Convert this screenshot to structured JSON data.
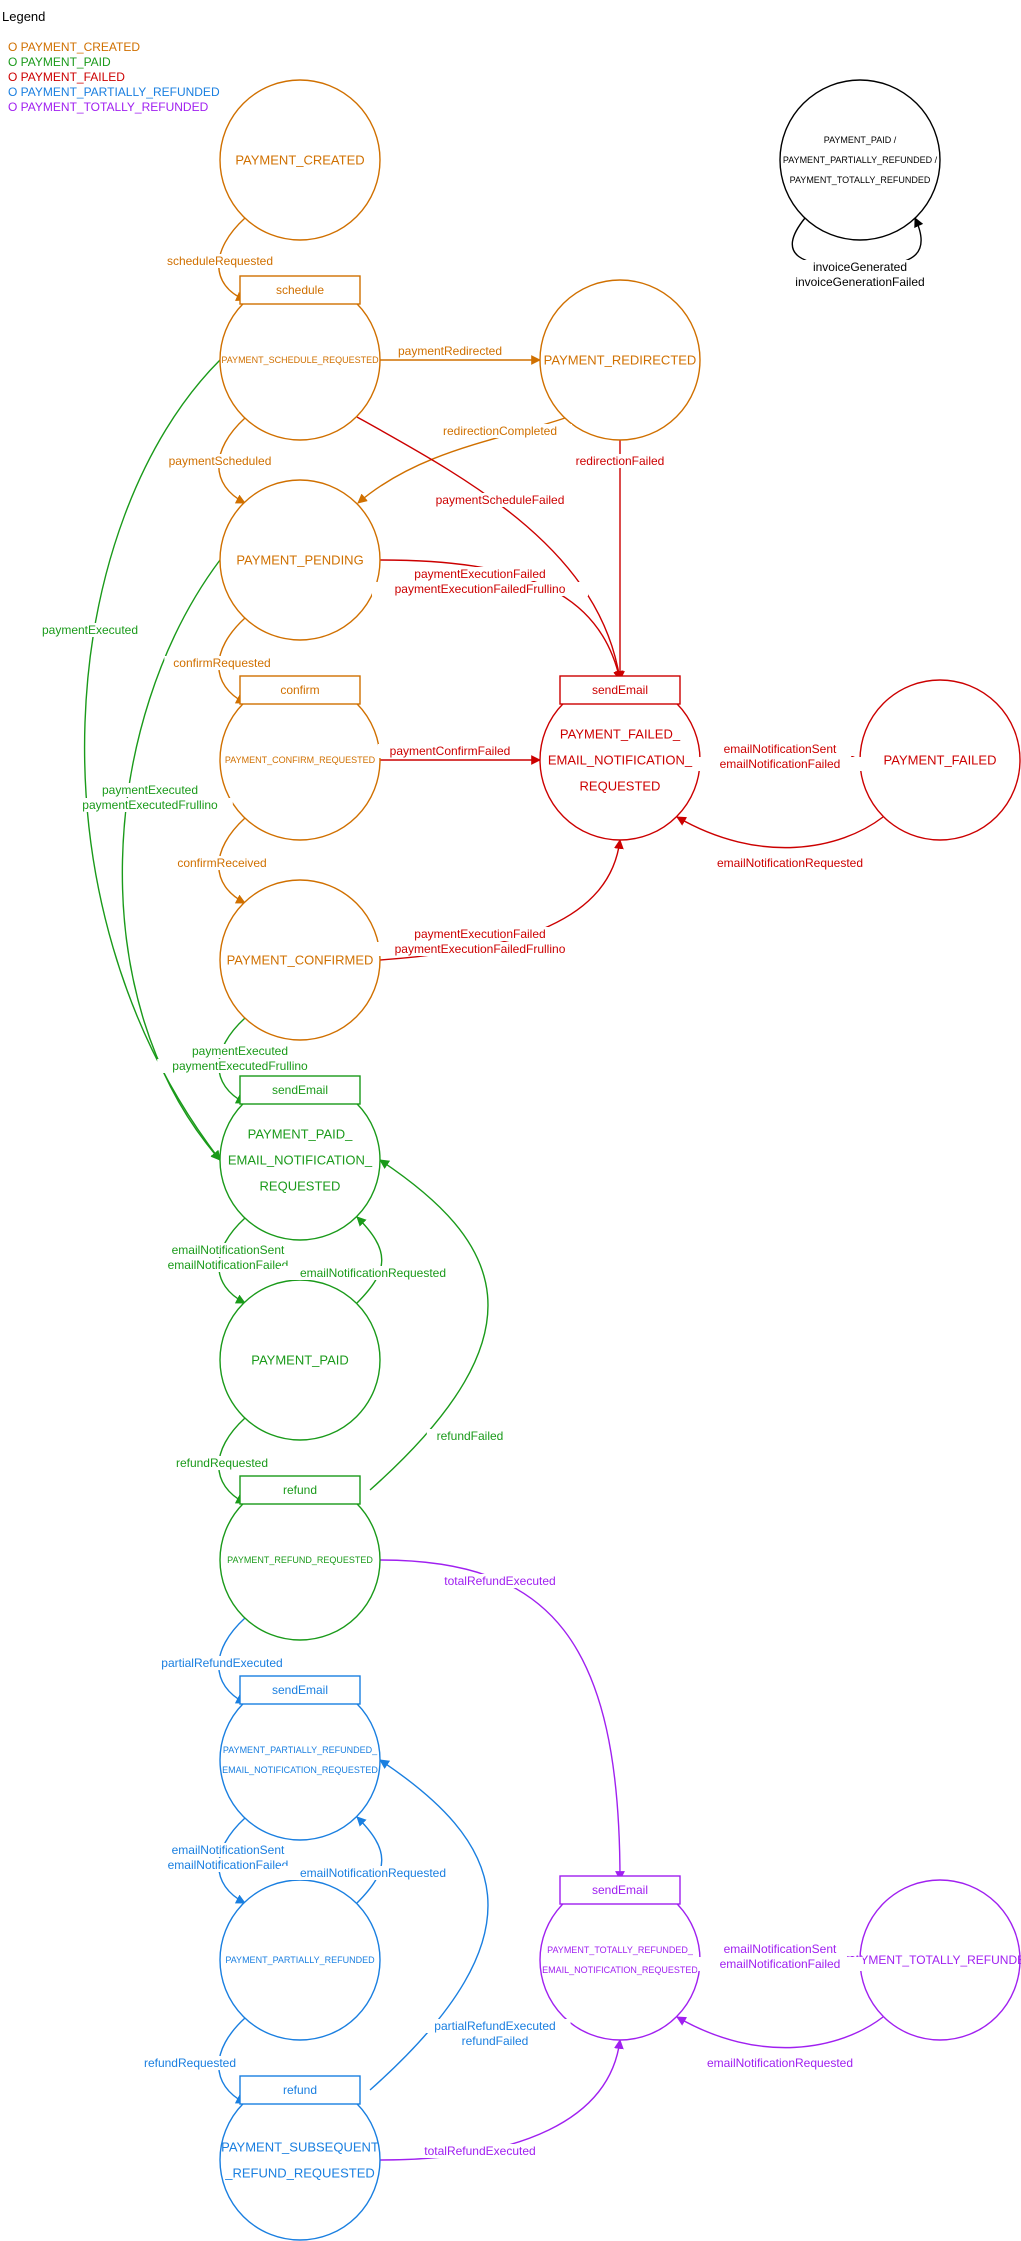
{
  "legend": {
    "title": "Legend",
    "items": [
      {
        "label": "O PAYMENT_CREATED",
        "color": "#d07000"
      },
      {
        "label": "O PAYMENT_PAID",
        "color": "#1a9a1a"
      },
      {
        "label": "O PAYMENT_FAILED",
        "color": "#cc0000"
      },
      {
        "label": "O PAYMENT_PARTIALLY_REFUNDED",
        "color": "#1a7fe0"
      },
      {
        "label": "O PAYMENT_TOTALLY_REFUNDED",
        "color": "#a020f0"
      }
    ]
  },
  "colors": {
    "created": "#d07000",
    "paid": "#1a9a1a",
    "failed": "#cc0000",
    "partial": "#1a7fe0",
    "total": "#a020f0",
    "final": "#000000"
  },
  "states": [
    {
      "id": "created",
      "lines": [
        "PAYMENT_CREATED"
      ],
      "group": "created",
      "size": "md"
    },
    {
      "id": "schedule_req",
      "lines": [
        "PAYMENT_SCHEDULE_REQUESTED"
      ],
      "group": "created",
      "size": "xs"
    },
    {
      "id": "redirected",
      "lines": [
        "PAYMENT_REDIRECTED"
      ],
      "group": "created",
      "size": "md"
    },
    {
      "id": "pending",
      "lines": [
        "PAYMENT_PENDING"
      ],
      "group": "created",
      "size": "md"
    },
    {
      "id": "confirm_req",
      "lines": [
        "PAYMENT_CONFIRM_REQUESTED"
      ],
      "group": "created",
      "size": "xs"
    },
    {
      "id": "confirmed",
      "lines": [
        "PAYMENT_CONFIRMED"
      ],
      "group": "created",
      "size": "md"
    },
    {
      "id": "failed_email",
      "lines": [
        "PAYMENT_FAILED_",
        "EMAIL_NOTIFICATION_",
        "REQUESTED"
      ],
      "group": "failed",
      "size": "md"
    },
    {
      "id": "failed",
      "lines": [
        "PAYMENT_FAILED"
      ],
      "group": "failed",
      "size": "md"
    },
    {
      "id": "paid_email",
      "lines": [
        "PAYMENT_PAID_",
        "EMAIL_NOTIFICATION_",
        "REQUESTED"
      ],
      "group": "paid",
      "size": "md"
    },
    {
      "id": "paid",
      "lines": [
        "PAYMENT_PAID"
      ],
      "group": "paid",
      "size": "md"
    },
    {
      "id": "refund_req",
      "lines": [
        "PAYMENT_REFUND_REQUESTED"
      ],
      "group": "paid",
      "size": "xs"
    },
    {
      "id": "partial_email",
      "lines": [
        "PAYMENT_PARTIALLY_REFUNDED_",
        "EMAIL_NOTIFICATION_REQUESTED"
      ],
      "group": "partial",
      "size": "xs"
    },
    {
      "id": "partial",
      "lines": [
        "PAYMENT_PARTIALLY_REFUNDED"
      ],
      "group": "partial",
      "size": "xs"
    },
    {
      "id": "subsequent",
      "lines": [
        "PAYMENT_SUBSEQUENT",
        "_REFUND_REQUESTED"
      ],
      "group": "partial",
      "size": "md"
    },
    {
      "id": "total_email",
      "lines": [
        "PAYMENT_TOTALLY_REFUNDED_",
        "EMAIL_NOTIFICATION_REQUESTED"
      ],
      "group": "total",
      "size": "xs"
    },
    {
      "id": "total",
      "lines": [
        "PAYMENT_TOTALLY_REFUNDED"
      ],
      "group": "total",
      "size": "sm"
    },
    {
      "id": "final",
      "lines": [
        "PAYMENT_PAID /",
        "PAYMENT_PARTIALLY_REFUNDED /",
        "PAYMENT_TOTALLY_REFUNDED"
      ],
      "group": "final",
      "size": "xs"
    }
  ],
  "actions": [
    {
      "id": "a_schedule",
      "label": "schedule",
      "group": "created"
    },
    {
      "id": "a_confirm",
      "label": "confirm",
      "group": "created"
    },
    {
      "id": "a_failed_email",
      "label": "sendEmail",
      "group": "failed"
    },
    {
      "id": "a_paid_email",
      "label": "sendEmail",
      "group": "paid"
    },
    {
      "id": "a_refund",
      "label": "refund",
      "group": "paid"
    },
    {
      "id": "a_partial_email",
      "label": "sendEmail",
      "group": "partial"
    },
    {
      "id": "a_subsequent",
      "label": "refund",
      "group": "partial"
    },
    {
      "id": "a_total_email",
      "label": "sendEmail",
      "group": "total"
    }
  ],
  "transitions": [
    {
      "id": "t_schedule_requested",
      "group": "created",
      "labels": [
        "scheduleRequested"
      ]
    },
    {
      "id": "t_payment_redirected",
      "group": "created",
      "labels": [
        "paymentRedirected"
      ]
    },
    {
      "id": "t_payment_scheduled",
      "group": "created",
      "labels": [
        "paymentScheduled"
      ]
    },
    {
      "id": "t_redirection_completed",
      "group": "created",
      "labels": [
        "redirectionCompleted"
      ]
    },
    {
      "id": "t_redirection_failed",
      "group": "failed",
      "labels": [
        "redirectionFailed"
      ]
    },
    {
      "id": "t_schedule_failed",
      "group": "failed",
      "labels": [
        "paymentScheduleFailed"
      ]
    },
    {
      "id": "t_pending_exec_failed",
      "group": "failed",
      "labels": [
        "paymentExecutionFailed",
        "paymentExecutionFailedFrullino"
      ]
    },
    {
      "id": "t_confirm_requested",
      "group": "created",
      "labels": [
        "confirmRequested"
      ]
    },
    {
      "id": "t_confirm_failed",
      "group": "failed",
      "labels": [
        "paymentConfirmFailed"
      ]
    },
    {
      "id": "t_confirm_received",
      "group": "created",
      "labels": [
        "confirmReceived"
      ]
    },
    {
      "id": "t_confirmed_exec_failed",
      "group": "failed",
      "labels": [
        "paymentExecutionFailed",
        "paymentExecutionFailedFrullino"
      ]
    },
    {
      "id": "t_failed_notified",
      "group": "failed",
      "labels": [
        "emailNotificationSent",
        "emailNotificationFailed"
      ]
    },
    {
      "id": "t_failed_renotify",
      "group": "failed",
      "labels": [
        "emailNotificationRequested"
      ]
    },
    {
      "id": "t_schedule_executed",
      "group": "paid",
      "labels": [
        "paymentExecuted"
      ]
    },
    {
      "id": "t_pending_executed",
      "group": "paid",
      "labels": [
        "paymentExecuted",
        "paymentExecutedFrullino"
      ]
    },
    {
      "id": "t_confirmed_executed",
      "group": "paid",
      "labels": [
        "paymentExecuted",
        "paymentExecutedFrullino"
      ]
    },
    {
      "id": "t_paid_notified",
      "group": "paid",
      "labels": [
        "emailNotificationSent",
        "emailNotificationFailed"
      ]
    },
    {
      "id": "t_paid_renotify",
      "group": "paid",
      "labels": [
        "emailNotificationRequested"
      ]
    },
    {
      "id": "t_refund_requested",
      "group": "paid",
      "labels": [
        "refundRequested"
      ]
    },
    {
      "id": "t_refund_failed",
      "group": "paid",
      "labels": [
        "refundFailed"
      ]
    },
    {
      "id": "t_partial_refund_executed",
      "group": "partial",
      "labels": [
        "partialRefundExecuted"
      ]
    },
    {
      "id": "t_total_refund_executed",
      "group": "total",
      "labels": [
        "totalRefundExecuted"
      ]
    },
    {
      "id": "t_partial_notified",
      "group": "partial",
      "labels": [
        "emailNotificationSent",
        "emailNotificationFailed"
      ]
    },
    {
      "id": "t_partial_renotify",
      "group": "partial",
      "labels": [
        "emailNotificationRequested"
      ]
    },
    {
      "id": "t_subsequent_requested",
      "group": "partial",
      "labels": [
        "refundRequested"
      ]
    },
    {
      "id": "t_subsequent_partial",
      "group": "partial",
      "labels": [
        "partialRefundExecuted",
        "refundFailed"
      ]
    },
    {
      "id": "t_subsequent_total",
      "group": "total",
      "labels": [
        "totalRefundExecuted"
      ]
    },
    {
      "id": "t_total_notified",
      "group": "total",
      "labels": [
        "emailNotificationSent",
        "emailNotificationFailed"
      ]
    },
    {
      "id": "t_total_renotify",
      "group": "total",
      "labels": [
        "emailNotificationRequested"
      ]
    },
    {
      "id": "t_final_loop",
      "group": "final",
      "labels": [
        "invoiceGenerated",
        "invoiceGenerationFailed"
      ]
    }
  ]
}
